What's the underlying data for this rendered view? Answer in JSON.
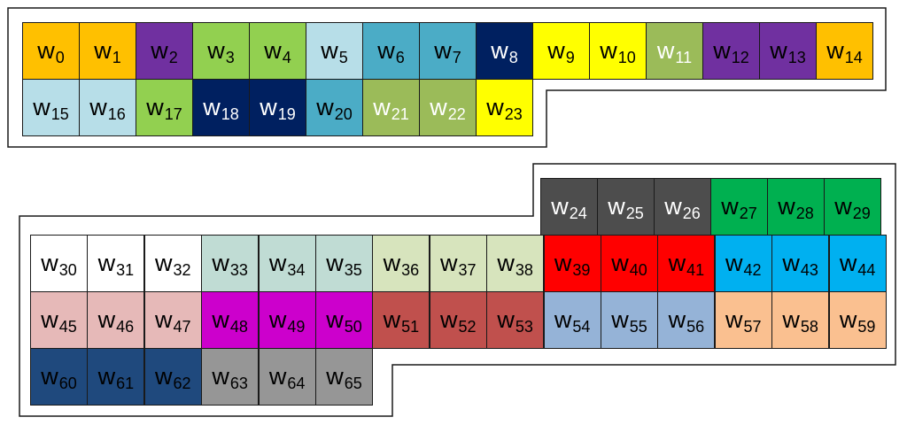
{
  "cells": [
    {
      "letter": "w",
      "sub": "0",
      "fill": "#FFC000",
      "text": "#000000"
    },
    {
      "letter": "w",
      "sub": "1",
      "fill": "#FFC000",
      "text": "#000000"
    },
    {
      "letter": "w",
      "sub": "2",
      "fill": "#7030A0",
      "text": "#000000"
    },
    {
      "letter": "w",
      "sub": "3",
      "fill": "#92D050",
      "text": "#000000"
    },
    {
      "letter": "w",
      "sub": "4",
      "fill": "#92D050",
      "text": "#000000"
    },
    {
      "letter": "w",
      "sub": "5",
      "fill": "#B7DEE8",
      "text": "#000000"
    },
    {
      "letter": "w",
      "sub": "6",
      "fill": "#4BACC6",
      "text": "#000000"
    },
    {
      "letter": "w",
      "sub": "7",
      "fill": "#4BACC6",
      "text": "#000000"
    },
    {
      "letter": "w",
      "sub": "8",
      "fill": "#002060",
      "text": "#FFFFFF"
    },
    {
      "letter": "w",
      "sub": "9",
      "fill": "#FFFF00",
      "text": "#000000"
    },
    {
      "letter": "w",
      "sub": "10",
      "fill": "#FFFF00",
      "text": "#000000"
    },
    {
      "letter": "w",
      "sub": "11",
      "fill": "#9BBB59",
      "text": "#FFFFFF"
    },
    {
      "letter": "w",
      "sub": "12",
      "fill": "#7030A0",
      "text": "#000000"
    },
    {
      "letter": "w",
      "sub": "13",
      "fill": "#7030A0",
      "text": "#000000"
    },
    {
      "letter": "w",
      "sub": "14",
      "fill": "#FFC000",
      "text": "#000000"
    },
    {
      "letter": "w",
      "sub": "15",
      "fill": "#B7DEE8",
      "text": "#000000"
    },
    {
      "letter": "w",
      "sub": "16",
      "fill": "#B7DEE8",
      "text": "#000000"
    },
    {
      "letter": "w",
      "sub": "17",
      "fill": "#92D050",
      "text": "#000000"
    },
    {
      "letter": "w",
      "sub": "18",
      "fill": "#002060",
      "text": "#FFFFFF"
    },
    {
      "letter": "w",
      "sub": "19",
      "fill": "#002060",
      "text": "#FFFFFF"
    },
    {
      "letter": "w",
      "sub": "20",
      "fill": "#4BACC6",
      "text": "#000000"
    },
    {
      "letter": "w",
      "sub": "21",
      "fill": "#9BBB59",
      "text": "#FFFFFF"
    },
    {
      "letter": "w",
      "sub": "22",
      "fill": "#9BBB59",
      "text": "#FFFFFF"
    },
    {
      "letter": "w",
      "sub": "23",
      "fill": "#FFFF00",
      "text": "#000000"
    },
    {
      "letter": "w",
      "sub": "24",
      "fill": "#4D4D4D",
      "text": "#FFFFFF"
    },
    {
      "letter": "w",
      "sub": "25",
      "fill": "#4D4D4D",
      "text": "#FFFFFF"
    },
    {
      "letter": "w",
      "sub": "26",
      "fill": "#4D4D4D",
      "text": "#FFFFFF"
    },
    {
      "letter": "w",
      "sub": "27",
      "fill": "#00B050",
      "text": "#000000"
    },
    {
      "letter": "w",
      "sub": "28",
      "fill": "#00B050",
      "text": "#000000"
    },
    {
      "letter": "w",
      "sub": "29",
      "fill": "#00B050",
      "text": "#000000"
    },
    {
      "letter": "w",
      "sub": "30",
      "fill": "#FFFFFF",
      "text": "#000000"
    },
    {
      "letter": "w",
      "sub": "31",
      "fill": "#FFFFFF",
      "text": "#000000"
    },
    {
      "letter": "w",
      "sub": "32",
      "fill": "#FFFFFF",
      "text": "#000000"
    },
    {
      "letter": "w",
      "sub": "33",
      "fill": "#C0DCD4",
      "text": "#000000"
    },
    {
      "letter": "w",
      "sub": "34",
      "fill": "#C0DCD4",
      "text": "#000000"
    },
    {
      "letter": "w",
      "sub": "35",
      "fill": "#C0DCD4",
      "text": "#000000"
    },
    {
      "letter": "w",
      "sub": "36",
      "fill": "#D7E4BD",
      "text": "#000000"
    },
    {
      "letter": "w",
      "sub": "37",
      "fill": "#D7E4BD",
      "text": "#000000"
    },
    {
      "letter": "w",
      "sub": "38",
      "fill": "#D7E4BD",
      "text": "#000000"
    },
    {
      "letter": "w",
      "sub": "39",
      "fill": "#FF0000",
      "text": "#000000"
    },
    {
      "letter": "w",
      "sub": "40",
      "fill": "#FF0000",
      "text": "#000000"
    },
    {
      "letter": "w",
      "sub": "41",
      "fill": "#FF0000",
      "text": "#000000"
    },
    {
      "letter": "w",
      "sub": "42",
      "fill": "#00B0F0",
      "text": "#000000"
    },
    {
      "letter": "w",
      "sub": "43",
      "fill": "#00B0F0",
      "text": "#000000"
    },
    {
      "letter": "w",
      "sub": "44",
      "fill": "#00B0F0",
      "text": "#000000"
    },
    {
      "letter": "w",
      "sub": "45",
      "fill": "#E6B9B8",
      "text": "#000000"
    },
    {
      "letter": "w",
      "sub": "46",
      "fill": "#E6B9B8",
      "text": "#000000"
    },
    {
      "letter": "w",
      "sub": "47",
      "fill": "#E6B9B8",
      "text": "#000000"
    },
    {
      "letter": "w",
      "sub": "48",
      "fill": "#CC00CC",
      "text": "#000000"
    },
    {
      "letter": "w",
      "sub": "49",
      "fill": "#CC00CC",
      "text": "#000000"
    },
    {
      "letter": "w",
      "sub": "50",
      "fill": "#CC00CC",
      "text": "#000000"
    },
    {
      "letter": "w",
      "sub": "51",
      "fill": "#C0504D",
      "text": "#000000"
    },
    {
      "letter": "w",
      "sub": "52",
      "fill": "#C0504D",
      "text": "#000000"
    },
    {
      "letter": "w",
      "sub": "53",
      "fill": "#C0504D",
      "text": "#000000"
    },
    {
      "letter": "w",
      "sub": "54",
      "fill": "#95B3D7",
      "text": "#000000"
    },
    {
      "letter": "w",
      "sub": "55",
      "fill": "#95B3D7",
      "text": "#000000"
    },
    {
      "letter": "w",
      "sub": "56",
      "fill": "#95B3D7",
      "text": "#000000"
    },
    {
      "letter": "w",
      "sub": "57",
      "fill": "#FAC090",
      "text": "#000000"
    },
    {
      "letter": "w",
      "sub": "58",
      "fill": "#FAC090",
      "text": "#000000"
    },
    {
      "letter": "w",
      "sub": "59",
      "fill": "#FAC090",
      "text": "#000000"
    },
    {
      "letter": "w",
      "sub": "60",
      "fill": "#1F497D",
      "text": "#000000"
    },
    {
      "letter": "w",
      "sub": "61",
      "fill": "#1F497D",
      "text": "#000000"
    },
    {
      "letter": "w",
      "sub": "62",
      "fill": "#1F497D",
      "text": "#000000"
    },
    {
      "letter": "w",
      "sub": "63",
      "fill": "#969696",
      "text": "#000000"
    },
    {
      "letter": "w",
      "sub": "64",
      "fill": "#969696",
      "text": "#000000"
    },
    {
      "letter": "w",
      "sub": "65",
      "fill": "#969696",
      "text": "#000000"
    }
  ]
}
